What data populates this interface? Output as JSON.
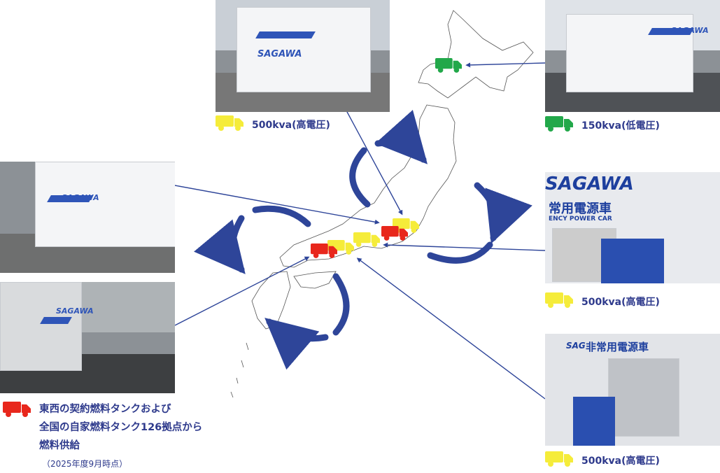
{
  "colors": {
    "text": "#2e3a8c",
    "arrow": "#2e4599",
    "high_voltage_truck": "#f5ec3a",
    "low_voltage_truck": "#22a84a",
    "fuel_truck": "#e8271c"
  },
  "photos": {
    "top_center": {
      "brand": "SAGAWA",
      "label": "500kva(高電圧)",
      "icon": "yellow-truck-icon"
    },
    "top_right": {
      "brand": "SAGAWA",
      "label": "150kva(低電圧)",
      "icon": "green-truck-icon"
    },
    "right_middle": {
      "brand": "SAGAWA",
      "sign": "常用電源車",
      "sign_en": "ENCY POWER CAR",
      "label": "500kva(高電圧)",
      "icon": "yellow-truck-icon"
    },
    "right_bottom": {
      "brand": "SAG",
      "sign": "非常用電源車",
      "label": "500kva(高電圧)",
      "icon": "yellow-truck-icon"
    },
    "left_top": {
      "brand": "SAGAWA"
    },
    "left_bottom": {
      "brand": "SAGAWA"
    }
  },
  "fuel": {
    "icon": "red-tanker-truck-icon",
    "lines": [
      "東西の契約燃料タンクおよび",
      "全国の自家燃料タンク126拠点から",
      "燃料供給"
    ],
    "note": "（2025年度9月時点）"
  }
}
